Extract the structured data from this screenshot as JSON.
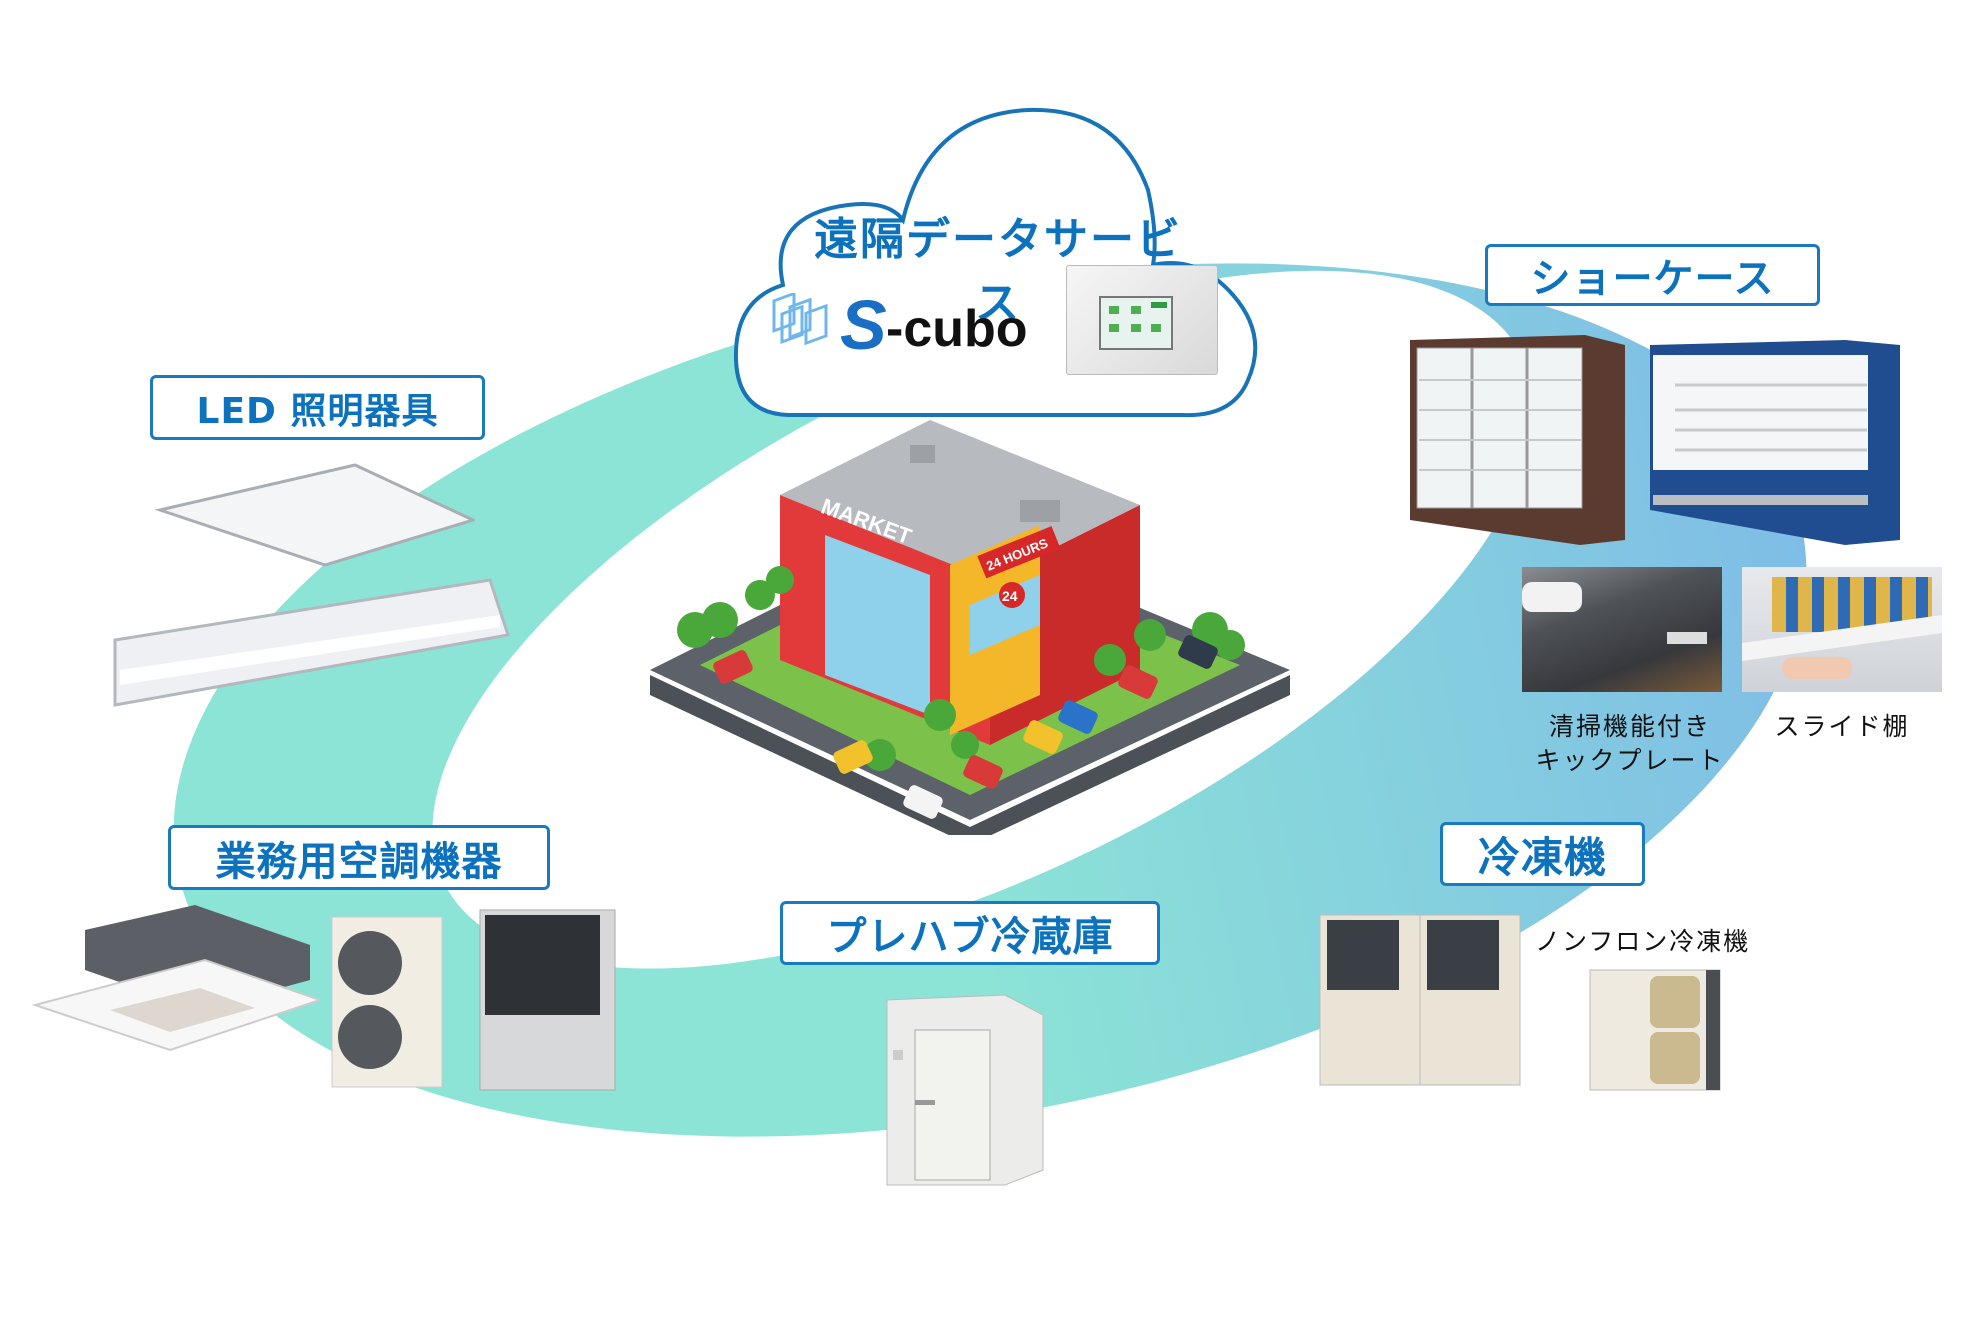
{
  "colors": {
    "ring_left": "#8ce4d6",
    "ring_right": "#7fbde6",
    "label_border": "#1a7ac0",
    "label_text": "#0d72bd",
    "cloud_stroke": "#1874b8",
    "caption_text": "#111111"
  },
  "cloud": {
    "title": "遠隔データサービス",
    "logo_text": "S-cubo",
    "logo_letter": "S",
    "logo_suffix": "-cubo",
    "device": "controller-panel"
  },
  "center": {
    "building_sign": "MARKET",
    "hours_sign": "24 HOURS",
    "badge": "24"
  },
  "categories": [
    {
      "id": "led",
      "label": "LED 照明器具",
      "products": [
        "square-led-panel",
        "linear-led-fixture"
      ]
    },
    {
      "id": "showcase",
      "label": "ショーケース",
      "products": [
        "glass-door-showcase",
        "open-multi-deck-showcase"
      ],
      "features": [
        {
          "caption_line1": "清掃機能付き",
          "caption_line2": "キックプレート",
          "image": "kick-plate-photo"
        },
        {
          "caption_line1": "スライド棚",
          "caption_line2": "",
          "image": "slide-shelf-photo"
        }
      ]
    },
    {
      "id": "aircon",
      "label": "業務用空調機器",
      "products": [
        "ceiling-cassette-unit",
        "outdoor-unit-twin-fan",
        "gas-heat-pump-unit"
      ]
    },
    {
      "id": "prefab",
      "label": "プレハブ冷蔵庫",
      "products": [
        "prefab-cold-room"
      ]
    },
    {
      "id": "freezer",
      "label": "冷凍機",
      "products": [
        "twin-condensing-unit",
        "non-freon-freezer-unit"
      ],
      "note": "ノンフロン冷凍機"
    }
  ]
}
